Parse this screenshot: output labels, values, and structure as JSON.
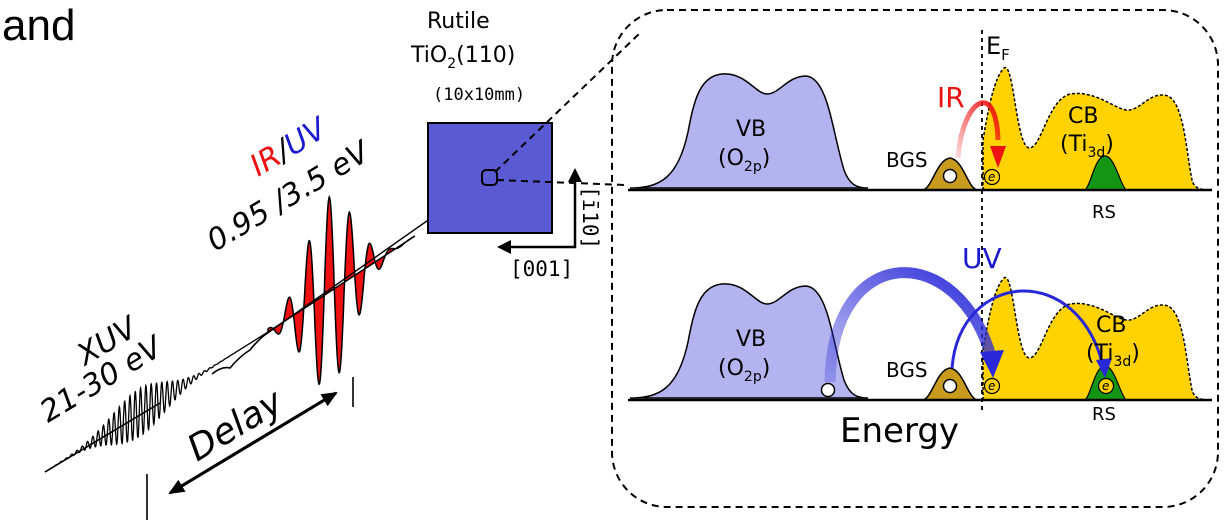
{
  "heading": "and",
  "sample": {
    "name": "Rutile",
    "formula_main": "TiO",
    "formula_sub": "2",
    "formula_tail": "(110)",
    "size": "(10x10mm)",
    "axis_001": "[001]",
    "axis_110": "[ī10]"
  },
  "pulses": {
    "ir_label": "IR",
    "separator": "/",
    "uv_label": "UV",
    "pump_energy": "0.95 /3.5 eV",
    "xuv_label": "XUV",
    "xuv_energy": "21-30 eV",
    "delay_label": "Delay"
  },
  "bands_top": {
    "vb_label": "VB",
    "vb_orbital_main": "(O",
    "vb_orbital_sub": "2p",
    "vb_orbital_tail": ")",
    "bgs_label": "BGS",
    "cb_label": "CB",
    "cb_orbital_main": "(Ti",
    "cb_orbital_sub": "3d",
    "cb_orbital_tail": ")",
    "rs_label": "RS",
    "fermi_main": "E",
    "fermi_sub": "F",
    "excitation_label": "IR",
    "electron_symbol": "e"
  },
  "bands_bottom": {
    "vb_label": "VB",
    "vb_orbital_main": "(O",
    "vb_orbital_sub": "2p",
    "vb_orbital_tail": ")",
    "bgs_label": "BGS",
    "cb_label": "CB",
    "cb_orbital_main": "(Ti",
    "cb_orbital_sub": "3d",
    "cb_orbital_tail": ")",
    "rs_label": "RS",
    "excitation_label": "UV",
    "electron_symbol": "e",
    "axis_label": "Energy"
  },
  "colors": {
    "ir": "#ee1111",
    "uv": "#1a1acc",
    "vb_fill": "#b3b3f0",
    "cb_fill": "#ffd200",
    "bgs_fill": "#c89a1e",
    "rs_fill": "#149614",
    "sample_fill": "#5a5ad2",
    "uv_arrow": "#2828d8"
  }
}
